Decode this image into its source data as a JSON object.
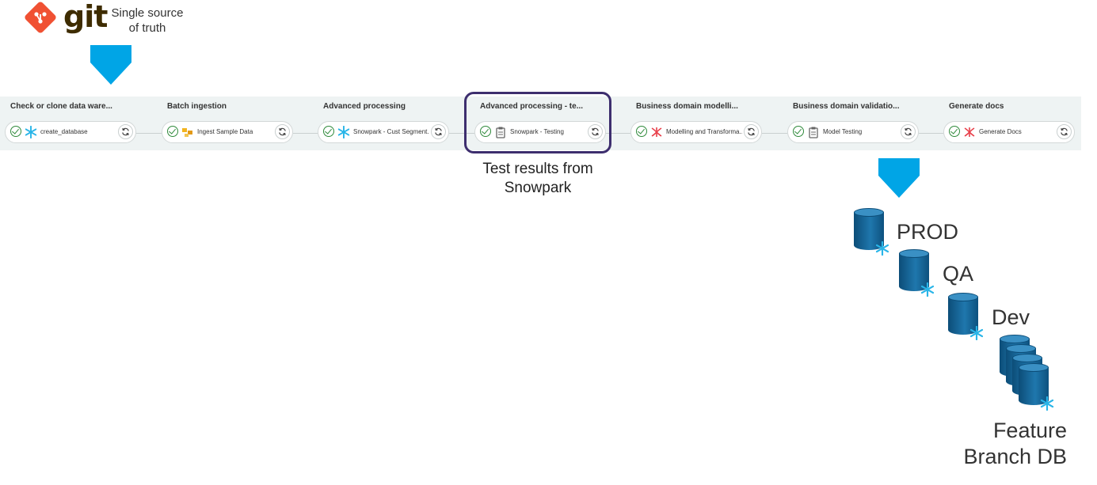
{
  "header": {
    "git_logo_text": "git",
    "git_caption_line1": "Single source",
    "git_caption_line2": "of truth"
  },
  "pipeline": {
    "stages": [
      {
        "title": "Check or clone data ware...",
        "job": "create_database",
        "job_icon": "snowflake-icon"
      },
      {
        "title": "Batch ingestion",
        "job": "Ingest Sample Data",
        "job_icon": "data-blocks-icon"
      },
      {
        "title": "Advanced processing",
        "job": "Snowpark - Cust Segment...",
        "job_icon": "snowflake-icon"
      },
      {
        "title": "Advanced processing - te...",
        "job": "Snowpark - Testing",
        "job_icon": "clipboard-icon"
      },
      {
        "title": "Business domain modelli...",
        "job": "Modelling and Transforma...",
        "job_icon": "transform-icon"
      },
      {
        "title": "Business domain validatio...",
        "job": "Model Testing",
        "job_icon": "clipboard-icon"
      },
      {
        "title": "Generate docs",
        "job": "Generate Docs",
        "job_icon": "transform-icon"
      }
    ],
    "highlight_caption_line1": "Test results from",
    "highlight_caption_line2": "Snowpark"
  },
  "databases": {
    "prod": "PROD",
    "qa": "QA",
    "dev": "Dev",
    "feature_line1": "Feature",
    "feature_line2": "Branch DB"
  },
  "colors": {
    "arrow": "#00a5e6",
    "highlight_border": "#3d2e6e",
    "git_orange": "#f05133",
    "db_blue": "#1f77ad"
  }
}
